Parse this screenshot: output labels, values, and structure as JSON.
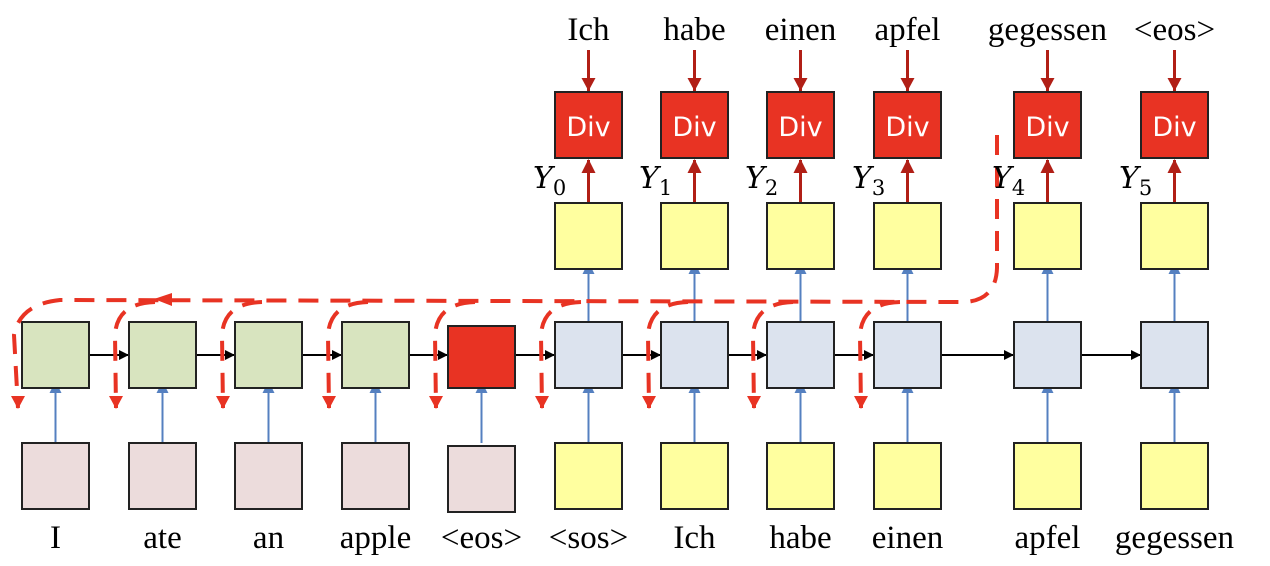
{
  "colors": {
    "encoder_hidden": "#d8e4bf",
    "encoder_final": "#e83323",
    "decoder_hidden": "#dce3ee",
    "encoder_input": "#ecdcdc",
    "decoder_input": "#ffff9f",
    "decoder_output": "#ffff9f",
    "div_box": "#e83323",
    "border": "#222222",
    "blue_arrow": "#5580c0",
    "red_arrow": "#b11f16",
    "dashed_backprop": "#e83323",
    "recurrent_arrow": "#000000"
  },
  "encoder": {
    "inputs": [
      "I",
      "ate",
      "an",
      "apple",
      "<eos>"
    ]
  },
  "decoder": {
    "inputs": [
      "<sos>",
      "Ich",
      "habe",
      "einen",
      "apfel",
      "gegessen"
    ],
    "targets": [
      "Ich",
      "habe",
      "einen",
      "apfel",
      "gegessen",
      "<eos>"
    ],
    "div_label": "Div",
    "outputs": [
      {
        "symbol": "Y",
        "sub": "0"
      },
      {
        "symbol": "Y",
        "sub": "1"
      },
      {
        "symbol": "Y",
        "sub": "2"
      },
      {
        "symbol": "Y",
        "sub": "3"
      },
      {
        "symbol": "Y",
        "sub": "4"
      },
      {
        "symbol": "Y",
        "sub": "5"
      }
    ]
  }
}
